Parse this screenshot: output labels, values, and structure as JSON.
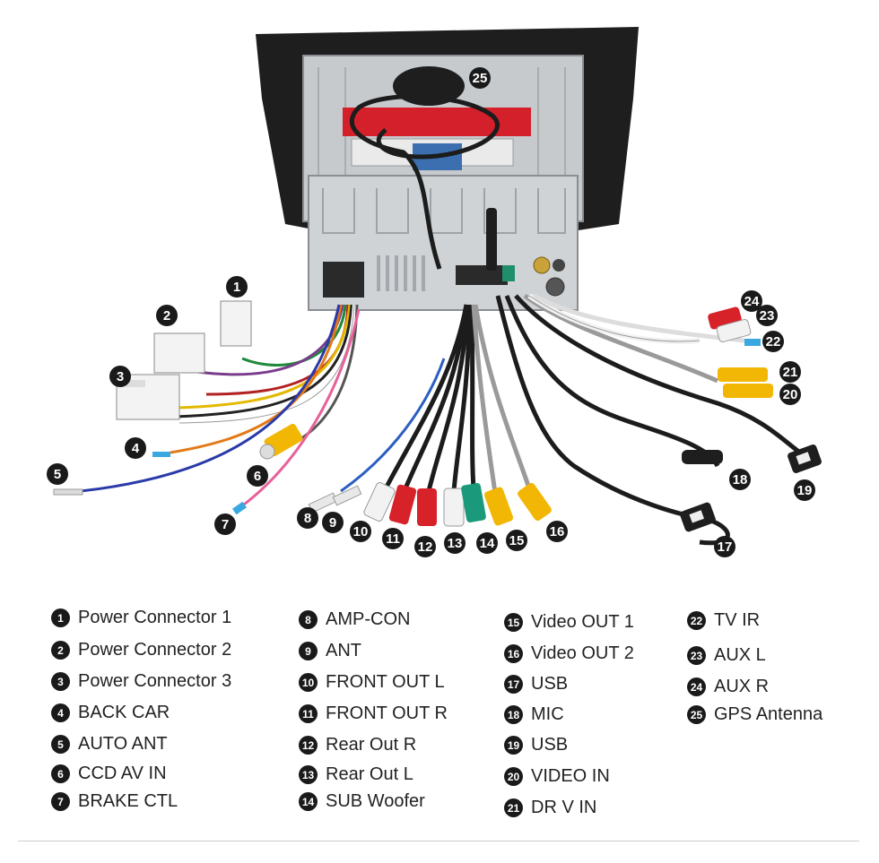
{
  "callouts": [
    {
      "n": "1"
    },
    {
      "n": "2"
    },
    {
      "n": "3"
    },
    {
      "n": "4"
    },
    {
      "n": "5"
    },
    {
      "n": "6"
    },
    {
      "n": "7"
    },
    {
      "n": "8"
    },
    {
      "n": "9"
    },
    {
      "n": "10"
    },
    {
      "n": "11"
    },
    {
      "n": "12"
    },
    {
      "n": "13"
    },
    {
      "n": "14"
    },
    {
      "n": "15"
    },
    {
      "n": "16"
    },
    {
      "n": "17"
    },
    {
      "n": "18"
    },
    {
      "n": "19"
    },
    {
      "n": "20"
    },
    {
      "n": "21"
    },
    {
      "n": "22"
    },
    {
      "n": "23"
    },
    {
      "n": "24"
    },
    {
      "n": "25"
    }
  ],
  "legend": [
    {
      "n": "1",
      "label": "Power Connector 1"
    },
    {
      "n": "2",
      "label": "Power Connector 2"
    },
    {
      "n": "3",
      "label": "Power Connector 3"
    },
    {
      "n": "4",
      "label": "BACK CAR"
    },
    {
      "n": "5",
      "label": "AUTO ANT"
    },
    {
      "n": "6",
      "label": "CCD AV IN"
    },
    {
      "n": "7",
      "label": "BRAKE CTL"
    },
    {
      "n": "8",
      "label": "AMP-CON"
    },
    {
      "n": "9",
      "label": "ANT"
    },
    {
      "n": "10",
      "label": "FRONT OUT L"
    },
    {
      "n": "11",
      "label": "FRONT OUT R"
    },
    {
      "n": "12",
      "label": "Rear Out R"
    },
    {
      "n": "13",
      "label": "Rear Out L"
    },
    {
      "n": "14",
      "label": "SUB Woofer"
    },
    {
      "n": "15",
      "label": "Video OUT 1"
    },
    {
      "n": "16",
      "label": "Video OUT 2"
    },
    {
      "n": "17",
      "label": "USB"
    },
    {
      "n": "18",
      "label": "MIC"
    },
    {
      "n": "19",
      "label": "USB"
    },
    {
      "n": "20",
      "label": "VIDEO IN"
    },
    {
      "n": "21",
      "label": "DR V IN"
    },
    {
      "n": "22",
      "label": "TV IR"
    },
    {
      "n": "23",
      "label": "AUX L"
    },
    {
      "n": "24",
      "label": "AUX R"
    },
    {
      "n": "25",
      "label": "GPS Antenna"
    }
  ],
  "colors": {
    "badge": "#1a1a1a",
    "cable": "#1c1c1c",
    "rca_red": "#d8222a",
    "rca_white": "#f2f2f2",
    "rca_yellow": "#f2b705",
    "rca_green": "#1a9a7a",
    "chassis": "#c9cdd1",
    "bezel": "#1e1e1e"
  }
}
